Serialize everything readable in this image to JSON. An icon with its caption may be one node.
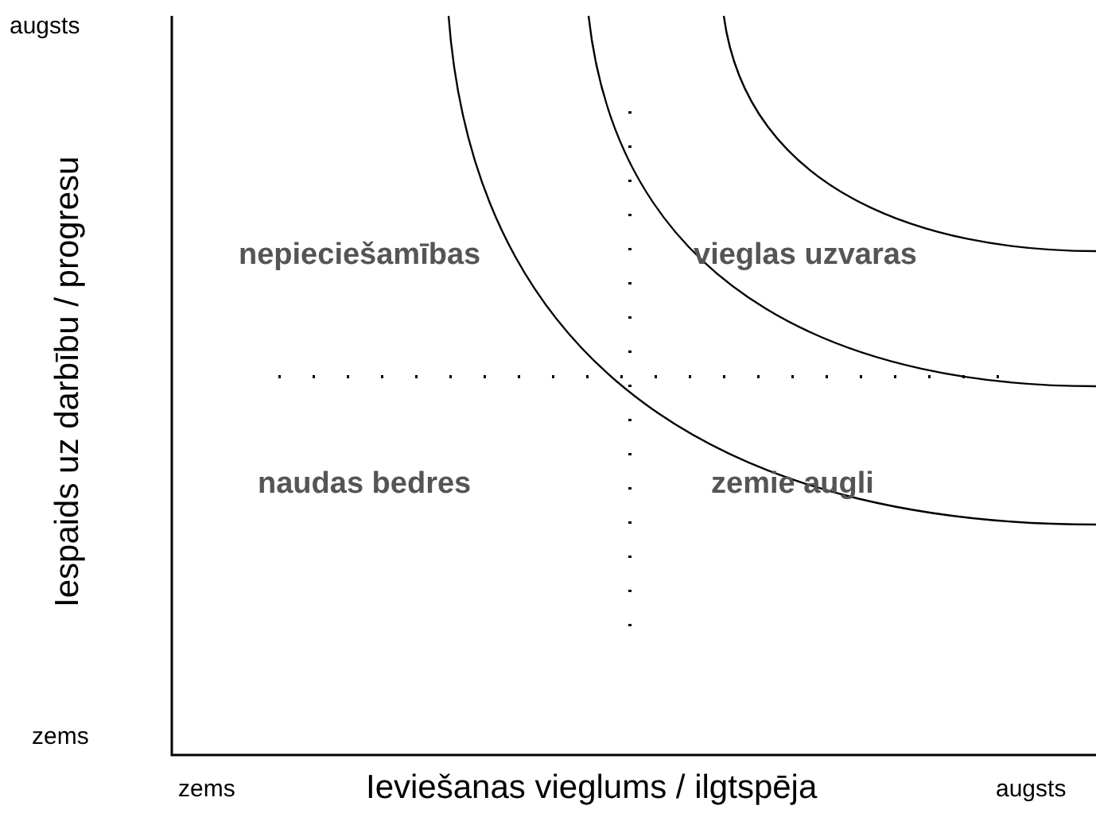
{
  "diagram": {
    "labels": [
      "augsts",
      "Iespaids uz darbību / progresu",
      "nepieciešamības",
      "vieglas uzvaras",
      "naudas bedres",
      "zemie augli",
      "zems",
      "zems",
      "Ieviešanas vieglums / ilgtspēja",
      "augsts"
    ]
  }
}
